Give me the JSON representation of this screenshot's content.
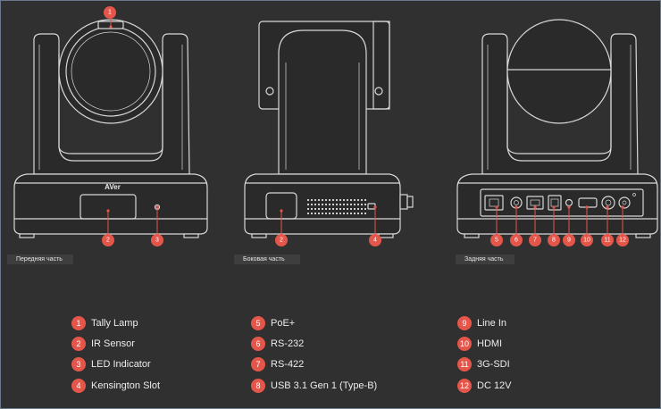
{
  "views": {
    "front": {
      "label": "Передняя часть",
      "logo": "AVer"
    },
    "side": {
      "label": "Боковая часть"
    },
    "rear": {
      "label": "Задняя часть"
    }
  },
  "callouts": {
    "c1": "1",
    "c2a": "2",
    "c3": "3",
    "c2b": "2",
    "c4": "4",
    "c5": "5",
    "c6": "6",
    "c7": "7",
    "c8": "8",
    "c9": "9",
    "c10": "10",
    "c11": "11",
    "c12": "12"
  },
  "legend": [
    {
      "num": "1",
      "label": "Tally Lamp"
    },
    {
      "num": "2",
      "label": "IR Sensor"
    },
    {
      "num": "3",
      "label": "LED Indicator"
    },
    {
      "num": "4",
      "label": "Kensington Slot"
    },
    {
      "num": "5",
      "label": "PoE+"
    },
    {
      "num": "6",
      "label": "RS-232"
    },
    {
      "num": "7",
      "label": "RS-422"
    },
    {
      "num": "8",
      "label": "USB 3.1 Gen 1 (Type-B)"
    },
    {
      "num": "9",
      "label": "Line In"
    },
    {
      "num": "10",
      "label": "HDMI"
    },
    {
      "num": "11",
      "label": "3G-SDI"
    },
    {
      "num": "12",
      "label": "DC 12V"
    }
  ],
  "colors": {
    "background": "#303030",
    "line": "#d8d8d8",
    "callout": "#e5564a",
    "label_bg": "#3e3e3e"
  }
}
